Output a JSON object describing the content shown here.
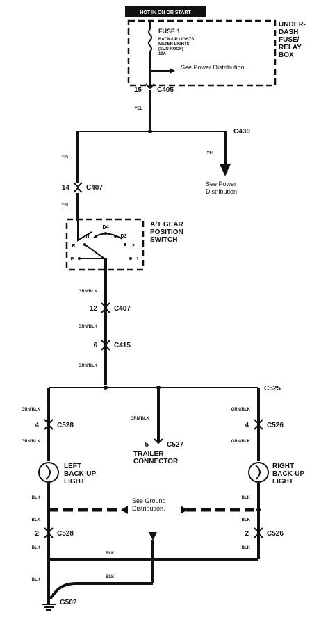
{
  "header": {
    "hot_label": "HOT IN ON OR START"
  },
  "fuse_box": {
    "name": "UNDER-\nDASH\nFUSE/\nRELAY\nBOX",
    "fuse": "FUSE 1",
    "circuits": [
      "BACK-UP LIGHTS",
      "METER LIGHTS",
      "(SUN ROOF)",
      "10A"
    ],
    "note": "See Power Distribution."
  },
  "connectors": {
    "c405": {
      "pin": "15",
      "name": "C405"
    },
    "c430": {
      "name": "C430"
    },
    "c407_top": {
      "pin": "14",
      "name": "C407"
    },
    "c407_bottom": {
      "pin": "12",
      "name": "C407"
    },
    "c415": {
      "pin": "6",
      "name": "C415"
    },
    "c525": {
      "name": "C525"
    },
    "c528_left": {
      "pin": "4",
      "name": "C528"
    },
    "c527": {
      "pin": "5",
      "name": "C527"
    },
    "c526_right": {
      "pin": "4",
      "name": "C526"
    },
    "c528_lower": {
      "pin": "2",
      "name": "C528"
    },
    "c526_lower": {
      "pin": "2",
      "name": "C526"
    }
  },
  "power_note": "See Power\nDistribution.",
  "gear_switch": {
    "title": "A/T GEAR\nPOSITION\nSWITCH",
    "positions": [
      "N",
      "D4",
      "D3",
      "R",
      "2",
      "P",
      "1"
    ]
  },
  "wire_colors": {
    "yel": "YEL",
    "grn_blk": "GRN/BLK",
    "blk": "BLK"
  },
  "components": {
    "left_light": "LEFT\nBACK-UP\nLIGHT",
    "right_light": "RIGHT\nBACK-UP\nLIGHT",
    "trailer": "TRAILER\nCONNECTOR",
    "ground_note": "See Ground\nDistribution.",
    "ground": "G502"
  }
}
